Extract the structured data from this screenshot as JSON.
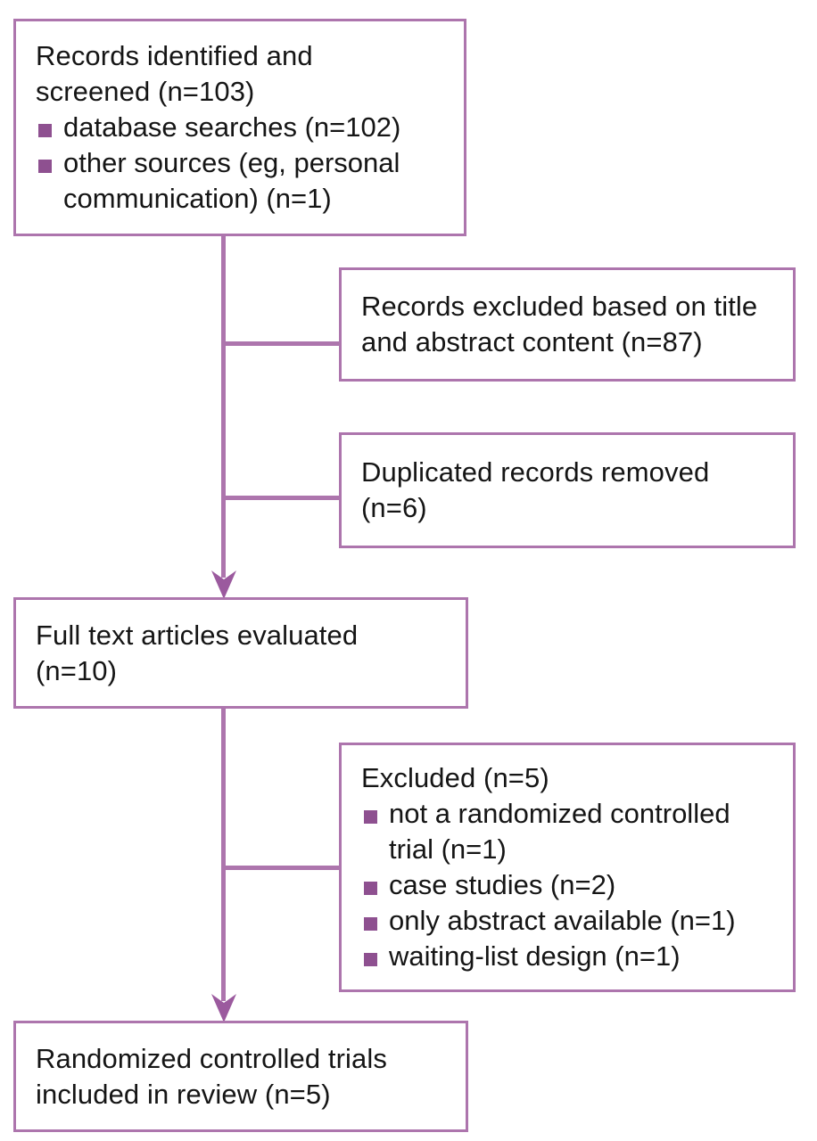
{
  "diagram": {
    "type": "prisma-flow-diagram",
    "accent_color": "#ad75ad",
    "bullet_color": "#8e5090",
    "text_color": "#151515",
    "background": "#ffffff"
  },
  "boxes": {
    "identified": {
      "name": "records-identified-box",
      "line1": "Records identified and",
      "line2": "screened (n=103)",
      "bullets": [
        {
          "line1": "database searches (n=102)",
          "line2": ""
        },
        {
          "line1": "other sources (eg, personal",
          "line2": "communication) (n=1)"
        }
      ]
    },
    "excluded_title_abstract": {
      "name": "records-excluded-box",
      "line1": "Records excluded based on title",
      "line2": "and abstract content (n=87)"
    },
    "duplicates_removed": {
      "name": "duplicates-removed-box",
      "line1": "Duplicated records removed",
      "line2": "(n=6)"
    },
    "full_text": {
      "name": "full-text-evaluated-box",
      "line1": "Full text articles evaluated",
      "line2": "(n=10)"
    },
    "excluded_full_text": {
      "name": "excluded-full-text-box",
      "title": "Excluded (n=5)",
      "bullets": [
        {
          "line1": "not a randomized controlled",
          "line2": "trial (n=1)"
        },
        {
          "line1": "case studies (n=2)",
          "line2": ""
        },
        {
          "line1": "only abstract available (n=1)",
          "line2": ""
        },
        {
          "line1": "waiting-list design (n=1)",
          "line2": ""
        }
      ]
    },
    "included": {
      "name": "included-rcts-box",
      "line1": "Randomized controlled trials",
      "line2": "included in review (n=5)"
    }
  },
  "chart_data": {
    "type": "table",
    "title": "PRISMA study selection flow",
    "stages": [
      {
        "stage": "Records identified and screened",
        "n": 103
      },
      {
        "stage": "database searches",
        "n": 102
      },
      {
        "stage": "other sources (eg, personal communication)",
        "n": 1
      },
      {
        "stage": "Records excluded based on title and abstract content",
        "n": 87
      },
      {
        "stage": "Duplicated records removed",
        "n": 6
      },
      {
        "stage": "Full text articles evaluated",
        "n": 10
      },
      {
        "stage": "Excluded",
        "n": 5
      },
      {
        "stage": "not a randomized controlled trial",
        "n": 1
      },
      {
        "stage": "case studies",
        "n": 2
      },
      {
        "stage": "only abstract available",
        "n": 1
      },
      {
        "stage": "waiting-list design",
        "n": 1
      },
      {
        "stage": "Randomized controlled trials included in review",
        "n": 5
      }
    ]
  }
}
